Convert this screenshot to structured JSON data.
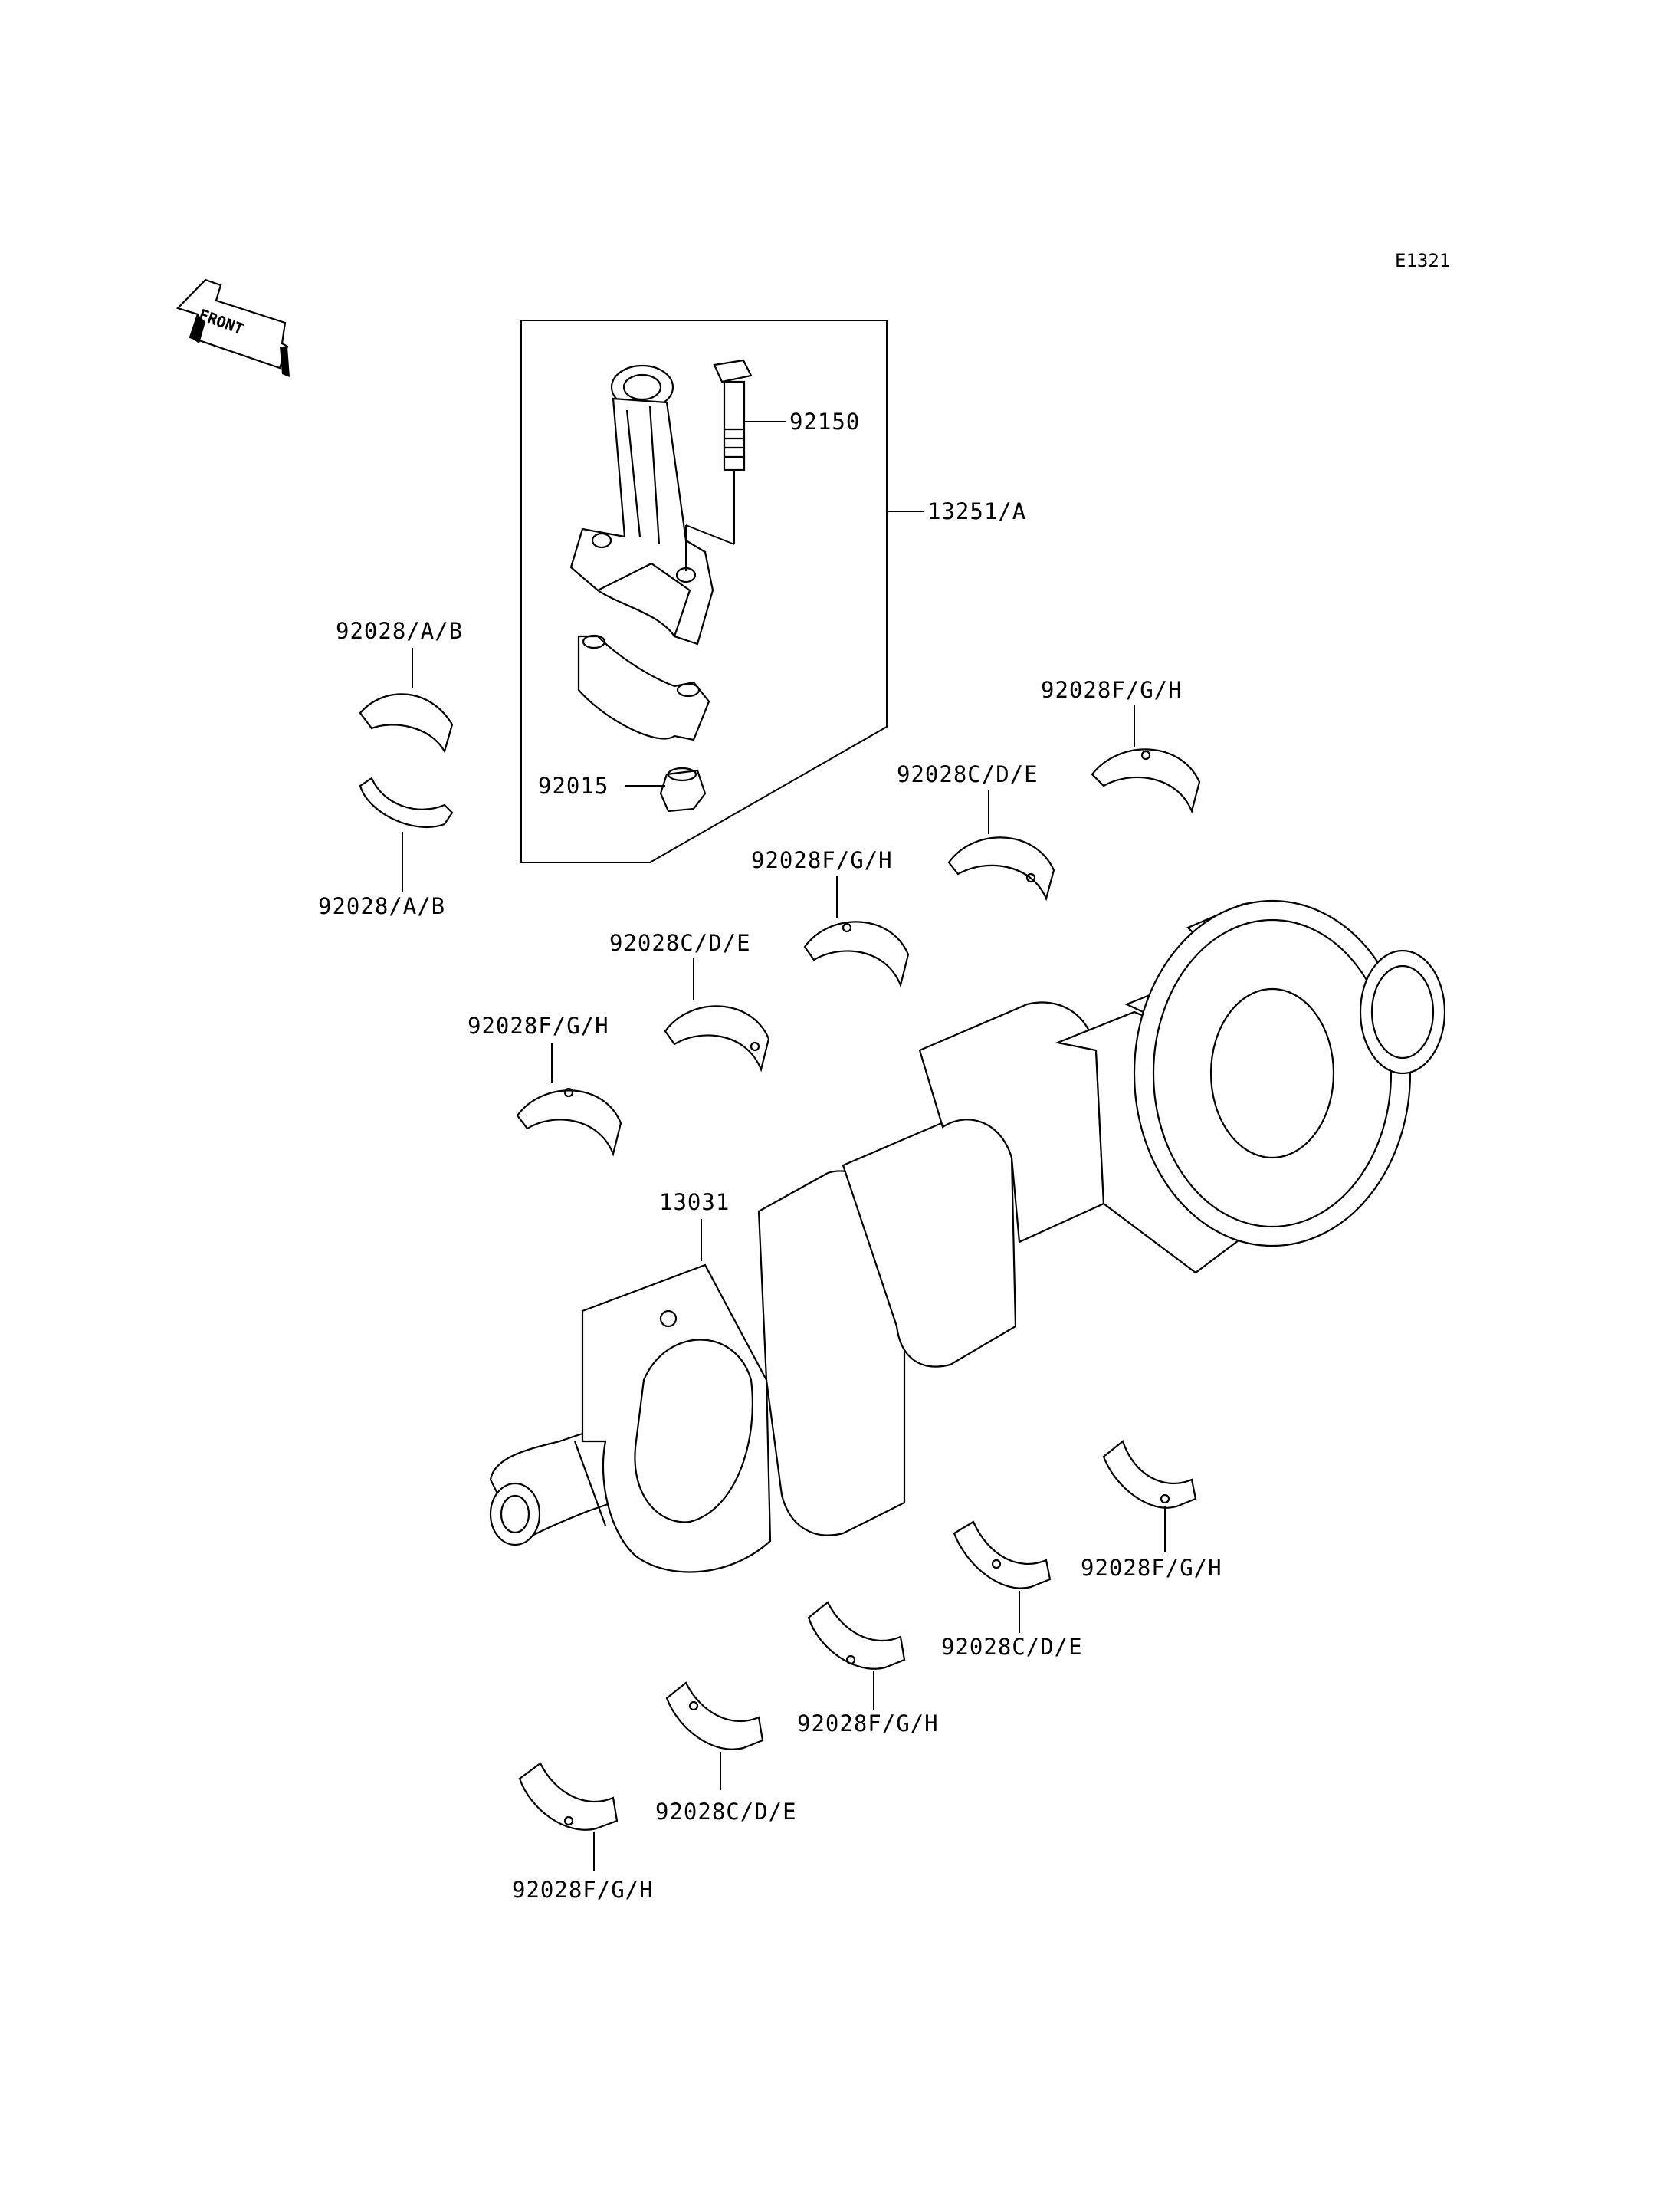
{
  "diagram_code": "E1321",
  "front_marker": "FRONT",
  "callouts": {
    "bolt": "92150",
    "conrod_assembly": "13251/A",
    "nut": "92015",
    "conrod_bearing_upper": "92028/A/B",
    "conrod_bearing_lower": "92028/A/B",
    "crankshaft": "13031",
    "upper_main_1": "92028F/G/H",
    "upper_main_2": "92028C/D/E",
    "upper_main_3": "92028F/G/H",
    "upper_main_4": "92028C/D/E",
    "upper_main_5": "92028F/G/H",
    "lower_main_1": "92028F/G/H",
    "lower_main_2": "92028C/D/E",
    "lower_main_3": "92028F/G/H",
    "lower_main_4": "92028C/D/E",
    "lower_main_5": "92028F/G/H"
  }
}
